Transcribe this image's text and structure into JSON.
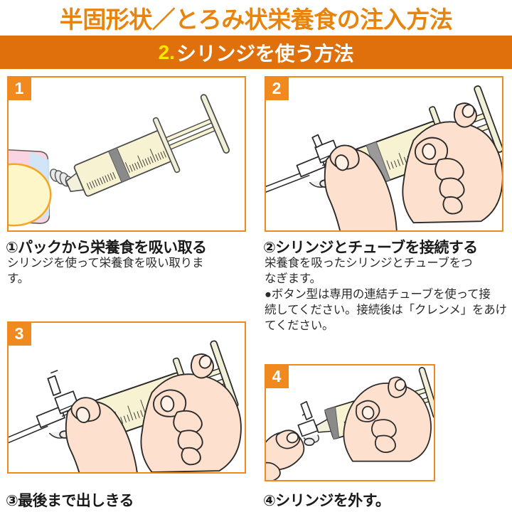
{
  "header": {
    "title": "半固形状／とろみ状栄養食の注入方法",
    "subtitle_number": "2.",
    "subtitle_text": "シリンジを使う方法",
    "title_color": "#e8830c",
    "bar_color": "#e0700c",
    "number_color": "#ffe800"
  },
  "theme": {
    "accent": "#f08a1e",
    "skin": "#fde0cd",
    "syringe_body": "#f7f3d2",
    "plunger_gray": "#8a8a8a",
    "pack_pink": "#f9d4e2",
    "pack_blue": "#cfe6f7",
    "pack_yellow": "#fdf6c8"
  },
  "panels": [
    {
      "badge": "1",
      "heading": "①パックから栄養食を吸い取る",
      "body": [
        "シリンジを使って栄養食を吸い取りま",
        "す。"
      ],
      "illustration": "syringe-drawing-from-pack"
    },
    {
      "badge": "2",
      "heading": "②シリンジとチューブを接続する",
      "body": [
        "栄養食を吸ったシリンジとチューブをつ",
        "なぎます。",
        "●ボタン型は専用の連結チューブを使って接",
        "続してください。接続後は「クレンメ」をあけ",
        "てください。"
      ],
      "illustration": "hands-connecting-syringe-to-tube"
    },
    {
      "badge": "3",
      "heading": "③最後まで出しきる",
      "body": [],
      "illustration": "hands-pushing-plunger-fully"
    },
    {
      "badge": "4",
      "heading": "④シリンジを外す。",
      "body": [],
      "illustration": "hands-detaching-syringe"
    }
  ]
}
